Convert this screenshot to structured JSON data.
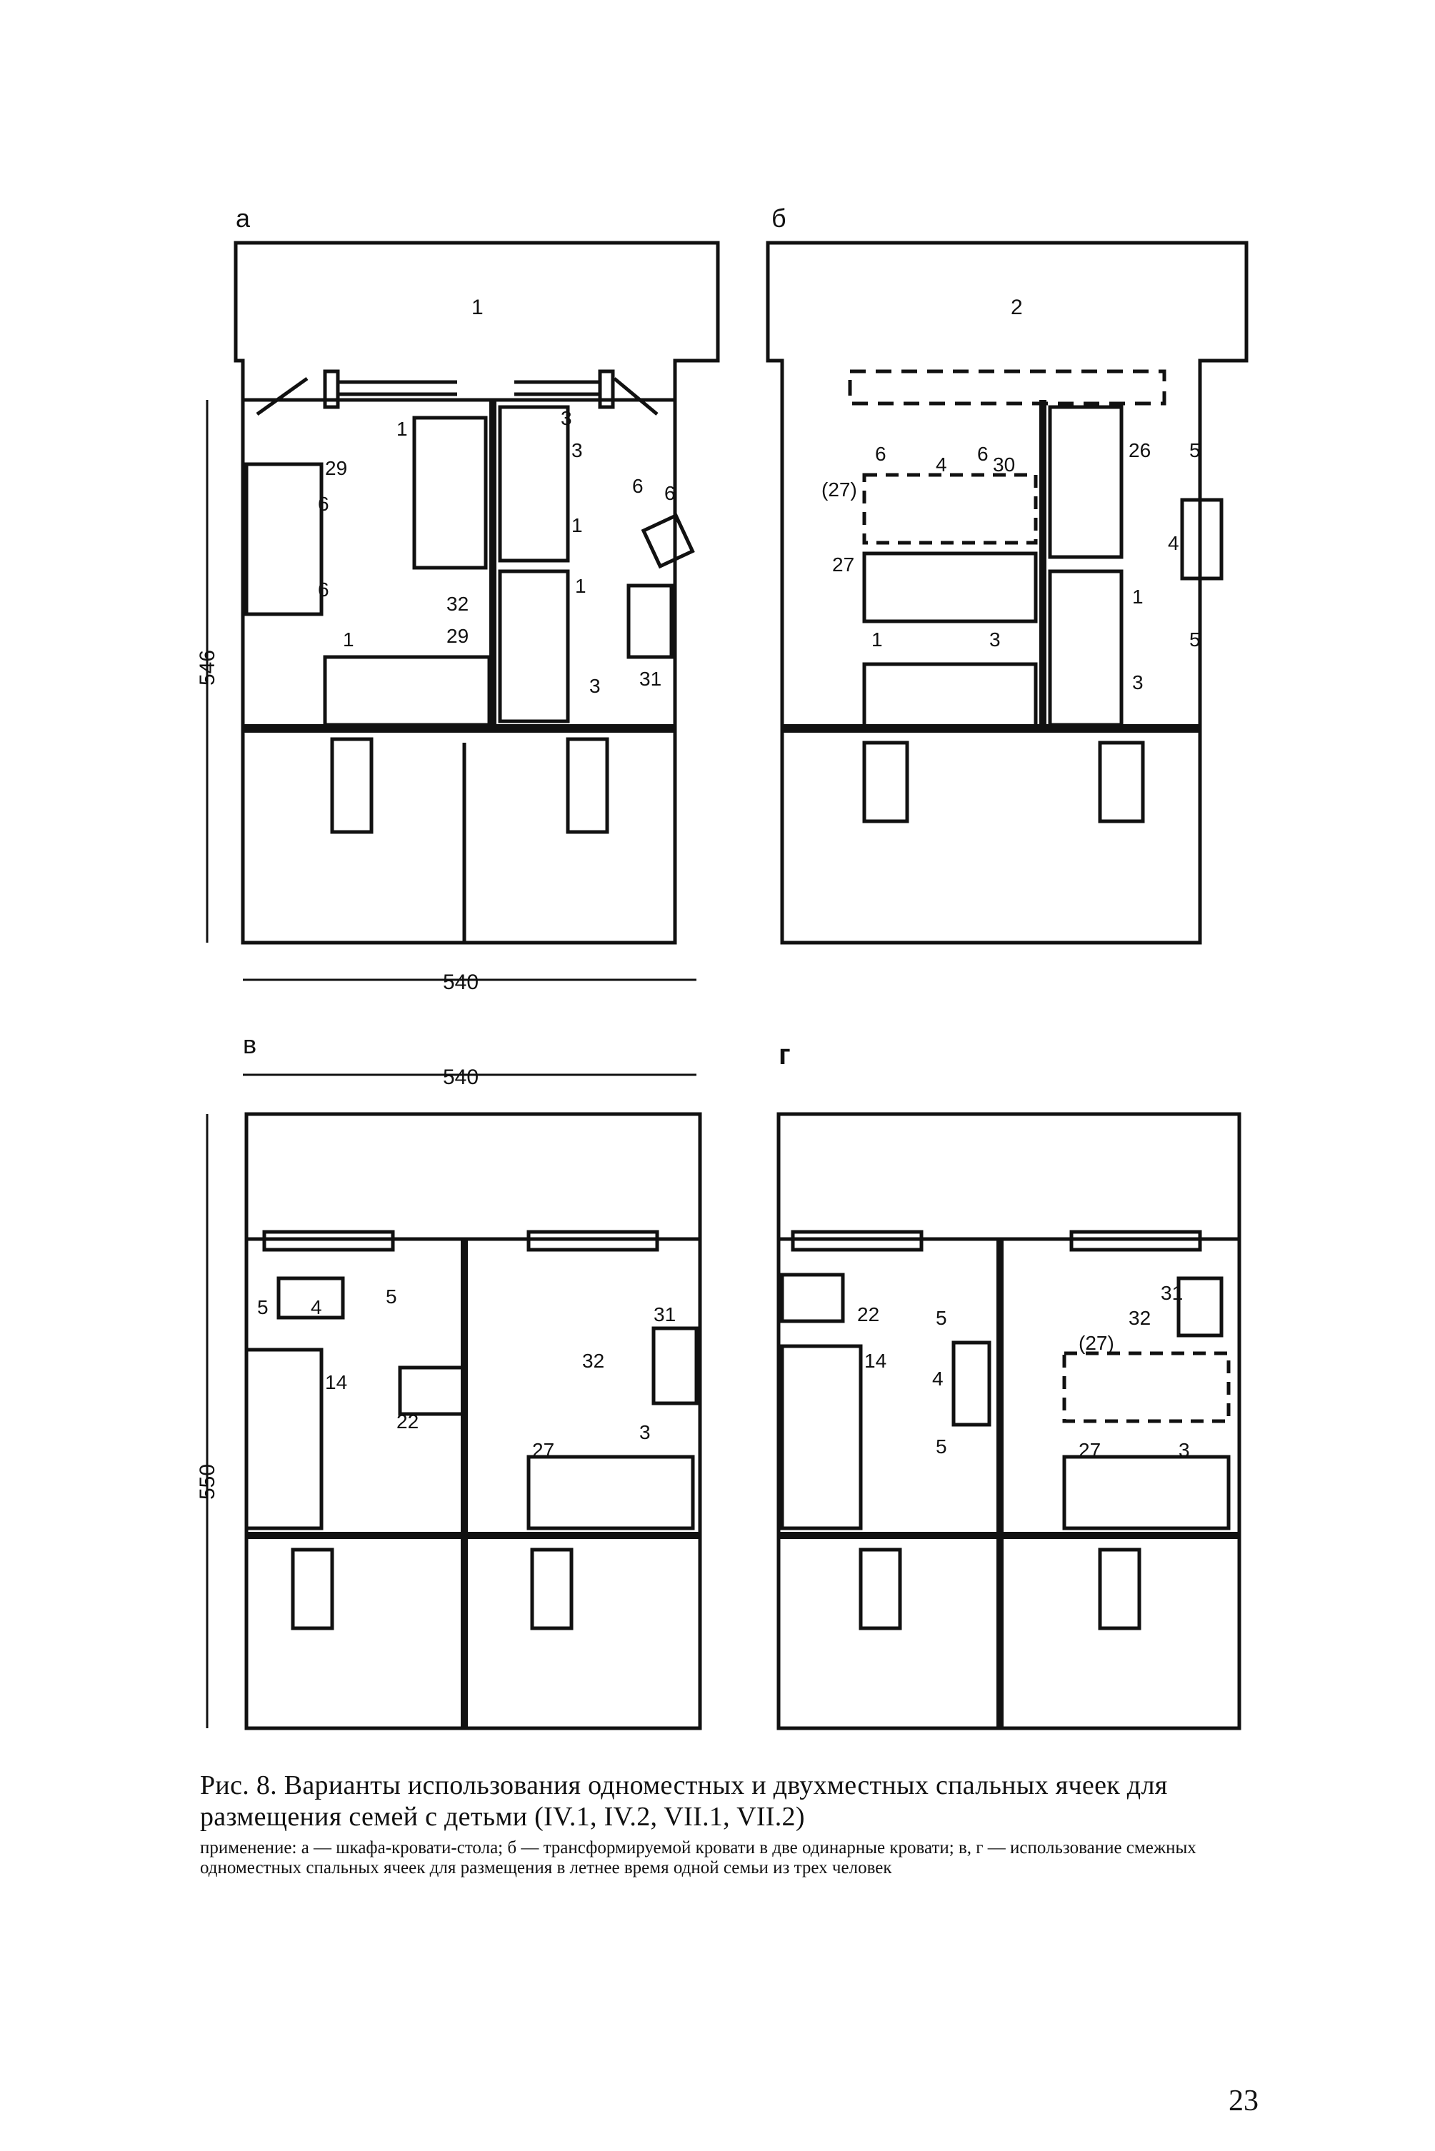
{
  "plates": {
    "a": {
      "letter": "а",
      "label_top": "1",
      "dim_width": "540",
      "dim_height": "546"
    },
    "b": {
      "letter": "б",
      "label_top": "2"
    },
    "v": {
      "letter": "в",
      "dim_width": "540",
      "dim_height": "550"
    },
    "g": {
      "letter": "г"
    }
  },
  "labels": {
    "a": [
      "1",
      "29",
      "6",
      "6",
      "1",
      "3",
      "3",
      "1",
      "6",
      "6",
      "32",
      "29",
      "1",
      "3",
      "31"
    ],
    "b": [
      "6",
      "4",
      "6",
      "30",
      "26",
      "5",
      "(27)",
      "27",
      "4",
      "1",
      "1",
      "3",
      "5",
      "3"
    ],
    "v": [
      "5",
      "5",
      "4",
      "14",
      "22",
      "31",
      "32",
      "3",
      "27"
    ],
    "g": [
      "22",
      "14",
      "5",
      "4",
      "5",
      "31",
      "32",
      "(27)",
      "27",
      "3"
    ]
  },
  "caption": {
    "main": "Рис. 8. Варианты использования одноместных и двухместных спальных ячеек для размещения семей с детьми (IV.1, IV.2, VII.1, VII.2)",
    "sub": "применение: а — шкафа-кровати-стола; б — трансформируемой кровати в две одинарные кровати; в, г — использование смежных одноместных спальных ячеек для размещения в летнее время одной семьи из трех человек"
  },
  "page_number": "23"
}
